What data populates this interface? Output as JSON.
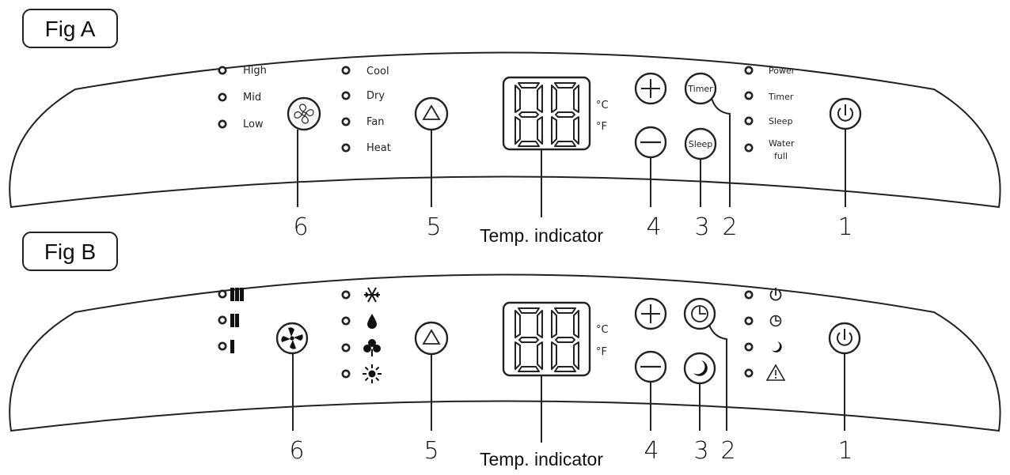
{
  "figA": {
    "title": "Fig A",
    "fan_leds": [
      "High",
      "Mid",
      "Low"
    ],
    "mode_leds": [
      "Cool",
      "Dry",
      "Fan",
      "Heat"
    ],
    "status_leds": [
      "Power",
      "Timer",
      "Sleep"
    ],
    "water_full": {
      "line1": "Water",
      "line2": "full"
    },
    "timer_button": "Timer",
    "sleep_button": "Sleep"
  },
  "figB": {
    "title": "Fig B",
    "fan_leds_icons": [
      "fan-speed-high-icon",
      "fan-speed-mid-icon",
      "fan-speed-low-icon"
    ],
    "mode_leds_icons": [
      "snowflake-icon",
      "water-drop-icon",
      "fan-icon",
      "sun-icon"
    ],
    "status_leds_icons": [
      "power-icon",
      "clock-icon",
      "moon-icon",
      "warning-icon"
    ]
  },
  "units": {
    "celsius": "°C",
    "fahrenheit": "°F"
  },
  "temp_indicator": "Temp. indicator",
  "callouts": [
    "6",
    "5",
    "4",
    "3",
    "2",
    "1"
  ]
}
